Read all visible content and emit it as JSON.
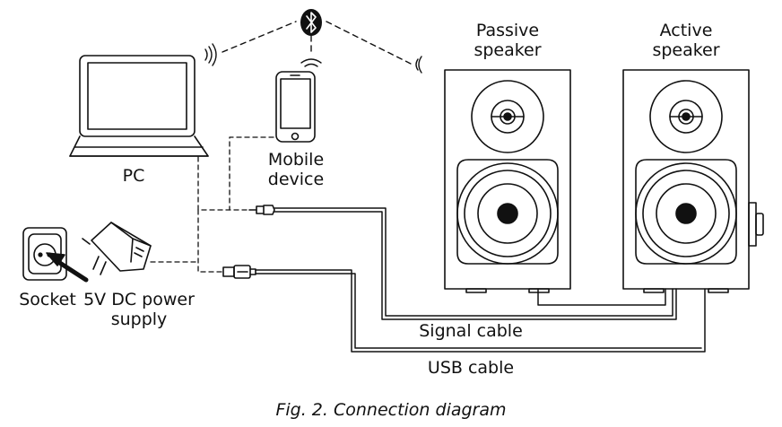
{
  "labels": {
    "pc": "PC",
    "mobile_line1": "Mobile",
    "mobile_line2": "device",
    "passive_line1": "Passive",
    "passive_line2": "speaker",
    "active_line1": "Active",
    "active_line2": "speaker",
    "socket": "Socket",
    "psu_line1": "5V DC power",
    "psu_line2": "supply",
    "signal_cable": "Signal cable",
    "usb_cable": "USB cable"
  },
  "caption": "Fig. 2. Connection diagram",
  "icons": {
    "bluetooth": "bluetooth-icon",
    "wireless": "wireless-wave-icon"
  }
}
